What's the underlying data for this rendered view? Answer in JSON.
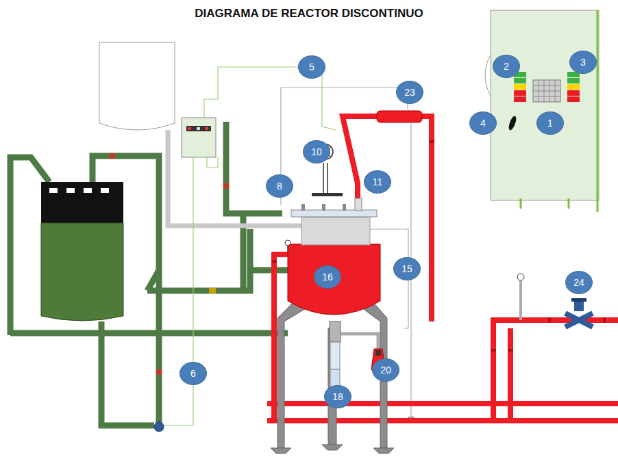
{
  "diagram": {
    "title": "DIAGRAMA DE REACTOR DISCONTINUO",
    "nodes": [
      {
        "text": [
          "5"
        ]
      },
      {
        "text": [
          "2"
        ]
      },
      {
        "text": [
          "3"
        ]
      },
      {
        "text": [
          "23"
        ]
      },
      {
        "text": [
          "10"
        ]
      },
      {
        "text": [
          "4"
        ]
      },
      {
        "text": [
          "1"
        ]
      },
      {
        "text": [
          "11"
        ]
      },
      {
        "text": [
          "8"
        ]
      },
      {
        "text": [
          "16"
        ]
      },
      {
        "text": [
          "15"
        ]
      },
      {
        "text": [
          "24"
        ]
      },
      {
        "text": [
          "20"
        ]
      },
      {
        "text": [
          "6"
        ]
      },
      {
        "text": [
          "18"
        ]
      }
    ]
  }
}
